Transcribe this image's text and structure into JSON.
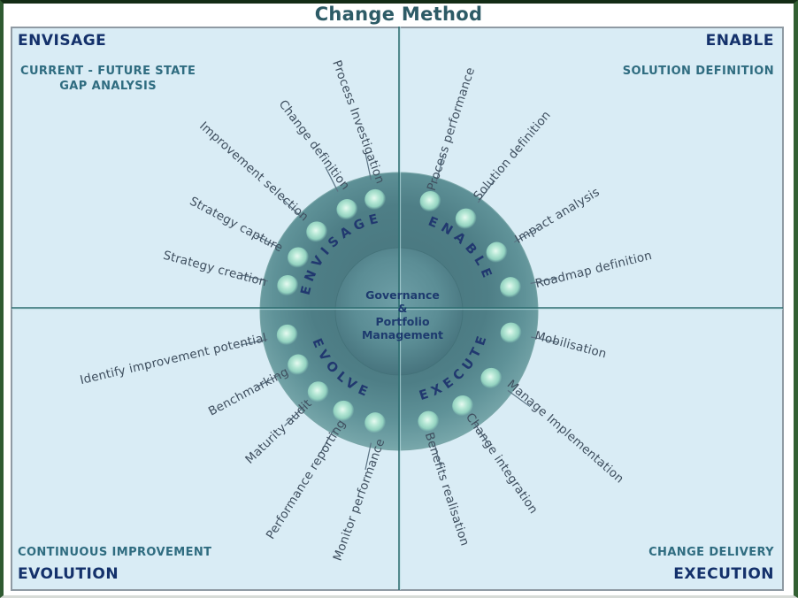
{
  "title": "Change Method",
  "quadrants": {
    "top_left": {
      "name": "ENVISAGE",
      "subtitle_lines": [
        "CURRENT - FUTURE STATE",
        "GAP ANALYSIS"
      ]
    },
    "top_right": {
      "name": "ENABLE",
      "subtitle": "SOLUTION DEFINITION"
    },
    "bottom_left": {
      "name": "EVOLUTION",
      "subtitle": "CONTINUOUS IMPROVEMENT"
    },
    "bottom_right": {
      "name": "EXECUTION",
      "subtitle": "CHANGE DELIVERY"
    }
  },
  "wheel": {
    "center_lines": [
      "Governance",
      "&",
      "Portfolio",
      "Management"
    ],
    "ring_segments": [
      {
        "label": "ENVISAGE",
        "position": "top-left"
      },
      {
        "label": "ENABLE",
        "position": "top-right"
      },
      {
        "label": "EVOLVE",
        "position": "bottom-left"
      },
      {
        "label": "EXECUTE",
        "position": "bottom-right"
      }
    ],
    "items": [
      {
        "label": "Process Investigation",
        "ray": -102,
        "rot": 70,
        "dist": 219
      },
      {
        "label": "Change definition",
        "ray": -117,
        "rot": 53,
        "dist": 211
      },
      {
        "label": "Improvement selection",
        "ray": -136,
        "rot": 42,
        "dist": 228
      },
      {
        "label": "Strategy capture",
        "ray": -152,
        "rot": 28,
        "dist": 208
      },
      {
        "label": "Strategy creation",
        "ray": -167,
        "rot": 15,
        "dist": 213
      },
      {
        "label": "Identify improvement potential",
        "ray": 168,
        "rot": -13,
        "dist": 261
      },
      {
        "label": "Benchmarking",
        "ray": 152,
        "rot": -28,
        "dist": 193
      },
      {
        "label": "Maturity audit",
        "ray": 135,
        "rot": -44,
        "dist": 192
      },
      {
        "label": "Performance reporting",
        "ray": 119,
        "rot": -58,
        "dist": 217
      },
      {
        "label": "Monitor performance",
        "ray": 102,
        "rot": -70,
        "dist": 218
      },
      {
        "label": "Benefits realisation",
        "ray": 75,
        "rot": 72,
        "dist": 208
      },
      {
        "label": "Change integration",
        "ray": 56,
        "rot": 56,
        "dist": 208
      },
      {
        "label": "Manage Implementation",
        "ray": 36,
        "rot": 41,
        "dist": 232
      },
      {
        "label": "Mobilisation",
        "ray": 11,
        "rot": 15,
        "dist": 198
      },
      {
        "label": "Roadmap definition",
        "ray": -12,
        "rot": -14,
        "dist": 225
      },
      {
        "label": "Impact analysis",
        "ray": -31,
        "rot": -31,
        "dist": 209
      },
      {
        "label": "Solution definition",
        "ray": -54,
        "rot": -50,
        "dist": 218
      },
      {
        "label": "Process performance",
        "ray": -74,
        "rot": -72,
        "dist": 214
      }
    ]
  },
  "colors": {
    "quadrant_background": "#d9ecf5",
    "ring_teal": "#5d9096",
    "ring_inner": "#4a757e",
    "dot_mint": "#b7e8d6",
    "navy_heading": "#14316b",
    "teal_subheading": "#2f6c80",
    "divider_teal": "#2f6f72",
    "title_color": "#2d5b66",
    "radial_label_color": "#3f4f5f",
    "frame_border_green": "#2f5a31"
  }
}
